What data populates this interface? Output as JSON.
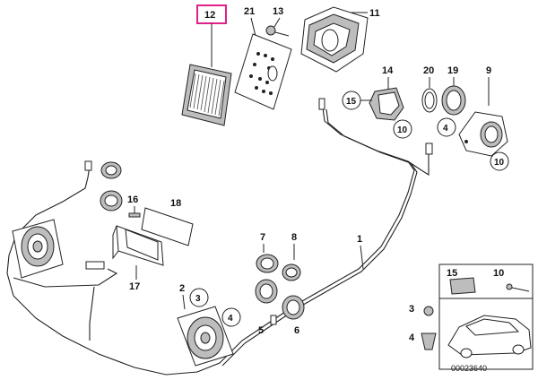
{
  "diagram": {
    "highlighted_part": "12",
    "labels": {
      "p12": "12",
      "p21": "21",
      "p13": "13",
      "p11": "11",
      "p14": "14",
      "p20": "20",
      "p19": "19",
      "p9": "9",
      "p15": "15",
      "p10a": "10",
      "p4a": "4",
      "p10b": "10",
      "p16": "16",
      "p18": "18",
      "p17": "17",
      "p1": "1",
      "p7": "7",
      "p8": "8",
      "p2": "2",
      "p3": "3",
      "p4b": "4",
      "p5": "5",
      "p6": "6"
    },
    "legend": {
      "l15": "15",
      "l10": "10",
      "l3": "3",
      "l4": "4"
    },
    "reference": "00023640"
  },
  "colors": {
    "highlight": "#e0218a",
    "line": "#222222"
  }
}
